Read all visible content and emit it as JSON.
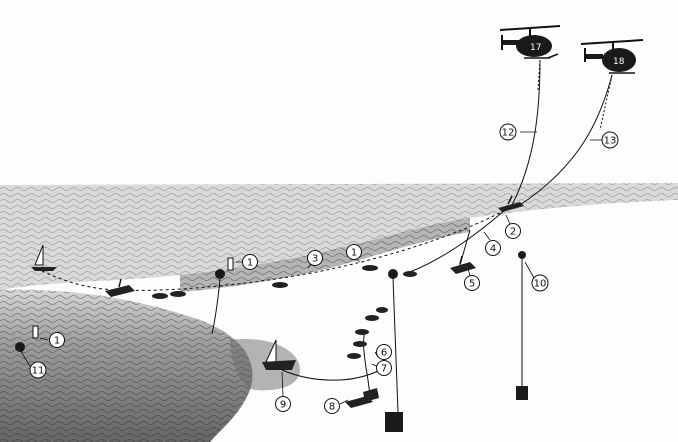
{
  "figure": {
    "callouts": [
      {
        "id": "c1a",
        "label": "1"
      },
      {
        "id": "c1b",
        "label": "1"
      },
      {
        "id": "c1c",
        "label": "1"
      },
      {
        "id": "c2",
        "label": "2"
      },
      {
        "id": "c3",
        "label": "3"
      },
      {
        "id": "c4",
        "label": "4"
      },
      {
        "id": "c5",
        "label": "5"
      },
      {
        "id": "c6",
        "label": "6"
      },
      {
        "id": "c7",
        "label": "7"
      },
      {
        "id": "c8",
        "label": "8"
      },
      {
        "id": "c9",
        "label": "9"
      },
      {
        "id": "c10",
        "label": "10"
      },
      {
        "id": "c11",
        "label": "11"
      },
      {
        "id": "c12",
        "label": "12"
      },
      {
        "id": "c13",
        "label": "13"
      }
    ],
    "colors": {
      "ink": "#111111",
      "water_dark": "#3a3a3a",
      "water_light": "#9a9a9a",
      "paper": "#fdfdfb"
    },
    "icons": [
      "helicopter-icon",
      "sled-icon",
      "float-icon",
      "buoy-icon",
      "marker-buoy-icon",
      "mine-icon",
      "sailboat-icon",
      "anchor-weight-icon"
    ]
  }
}
